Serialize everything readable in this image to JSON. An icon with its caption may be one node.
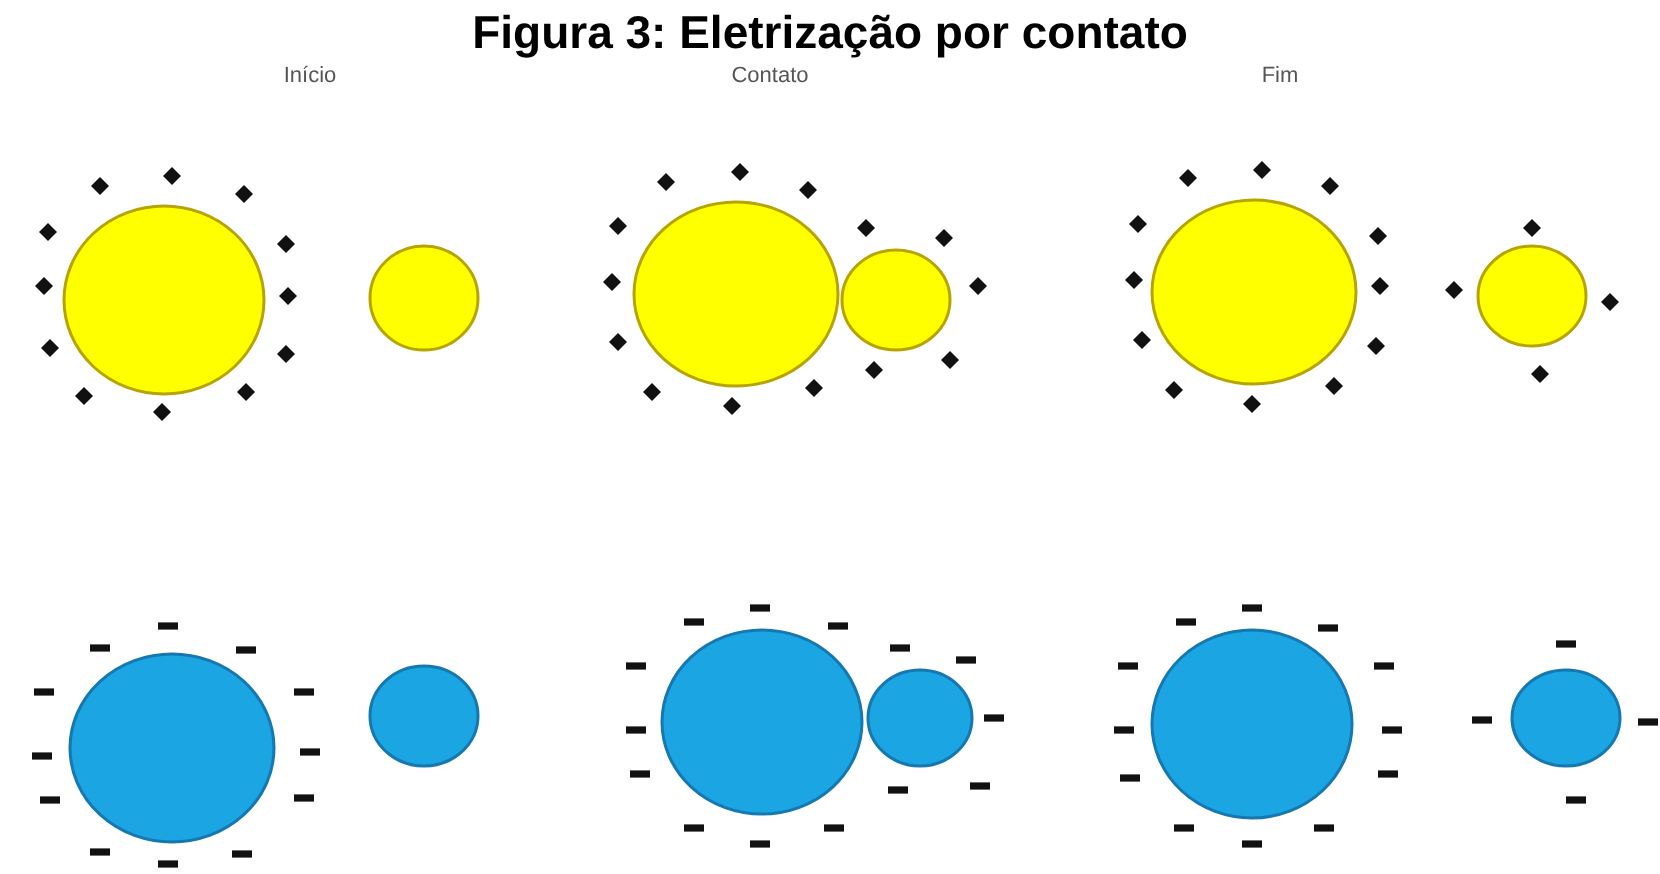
{
  "diagram": {
    "title": "Figura 3: Eletrização por contato",
    "labels": [
      "Início",
      "Contato",
      "Fim"
    ]
  }
}
